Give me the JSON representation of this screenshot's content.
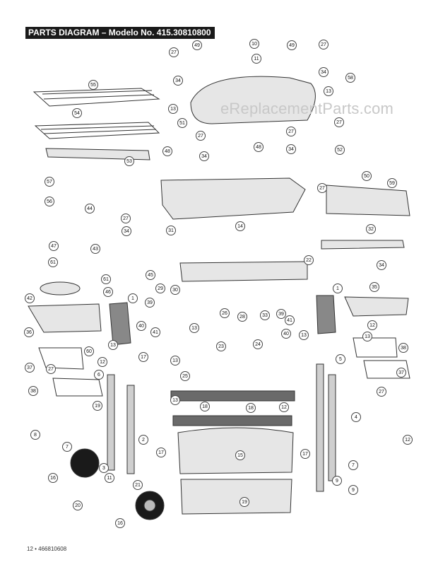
{
  "title": "PARTS DIAGRAM – Modelo No. 415.30810800",
  "watermark": "eReplacementParts.com",
  "footer": "12 • 466810608",
  "callouts": [
    "1",
    "1",
    "2",
    "3",
    "4",
    "5",
    "6",
    "7",
    "7",
    "8",
    "9",
    "9",
    "10",
    "11",
    "11",
    "12",
    "12",
    "12",
    "12",
    "13",
    "13",
    "13",
    "13",
    "13",
    "13",
    "13",
    "13",
    "14",
    "15",
    "16",
    "16",
    "17",
    "17",
    "17",
    "18",
    "18",
    "19",
    "19",
    "20",
    "21",
    "22",
    "23",
    "24",
    "25",
    "26",
    "27",
    "27",
    "27",
    "27",
    "27",
    "27",
    "27",
    "27",
    "27",
    "28",
    "29",
    "30",
    "31",
    "32",
    "33",
    "34",
    "34",
    "34",
    "34",
    "34",
    "34",
    "35",
    "36",
    "37",
    "37",
    "38",
    "38",
    "39",
    "39",
    "40",
    "40",
    "41",
    "41",
    "42",
    "43",
    "44",
    "45",
    "46",
    "47",
    "48",
    "48",
    "49",
    "49",
    "50",
    "51",
    "52",
    "53",
    "54",
    "55",
    "56",
    "57",
    "58",
    "59",
    "60",
    "61",
    "61"
  ],
  "colors": {
    "accent": "#1a1a1a",
    "part_fill": "#e6e6e6",
    "part_dark": "#6a6a6a"
  }
}
